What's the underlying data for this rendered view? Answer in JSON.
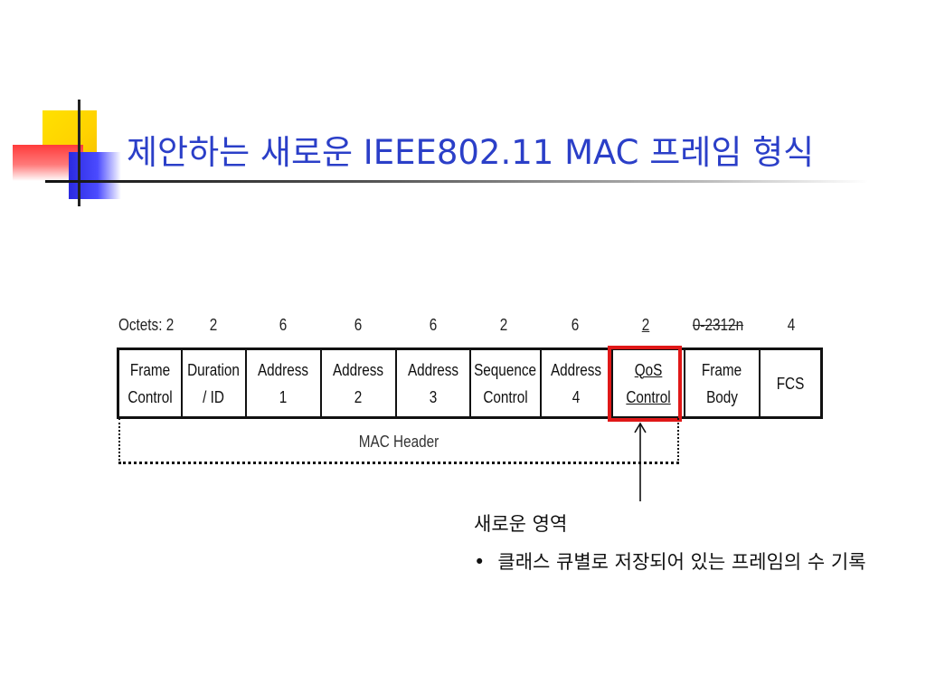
{
  "slide": {
    "title": "제안하는 새로운 IEEE802.11 MAC 프레임 형식"
  },
  "frame_diagram": {
    "octets_label": "Octets: 2",
    "octets": [
      "2",
      "6",
      "6",
      "6",
      "2",
      "6",
      "2",
      "0-2312n",
      "4"
    ],
    "fields": [
      {
        "line1": "Frame",
        "line2": "Control"
      },
      {
        "line1": "Duration",
        "line2": "/ ID"
      },
      {
        "line1": "Address",
        "line2": "1"
      },
      {
        "line1": "Address",
        "line2": "2"
      },
      {
        "line1": "Address",
        "line2": "3"
      },
      {
        "line1": "Sequence",
        "line2": "Control"
      },
      {
        "line1": "Address",
        "line2": "4"
      },
      {
        "line1": "QoS",
        "line2": "Control"
      },
      {
        "line1": "Frame",
        "line2": "Body"
      },
      {
        "line1": "FCS",
        "line2": ""
      }
    ],
    "mac_header_label": "MAC Header",
    "highlight_color": "#e01818"
  },
  "annotation": {
    "title": "새로운 영역",
    "bullet": "•",
    "text": "클래스 큐별로 저장되어 있는 프레임의 수 기록"
  },
  "colors": {
    "title": "#2b3fc8",
    "accent_yellow": "#ffe100",
    "accent_red": "#ff3b3b",
    "accent_blue": "#2a2ae0"
  }
}
